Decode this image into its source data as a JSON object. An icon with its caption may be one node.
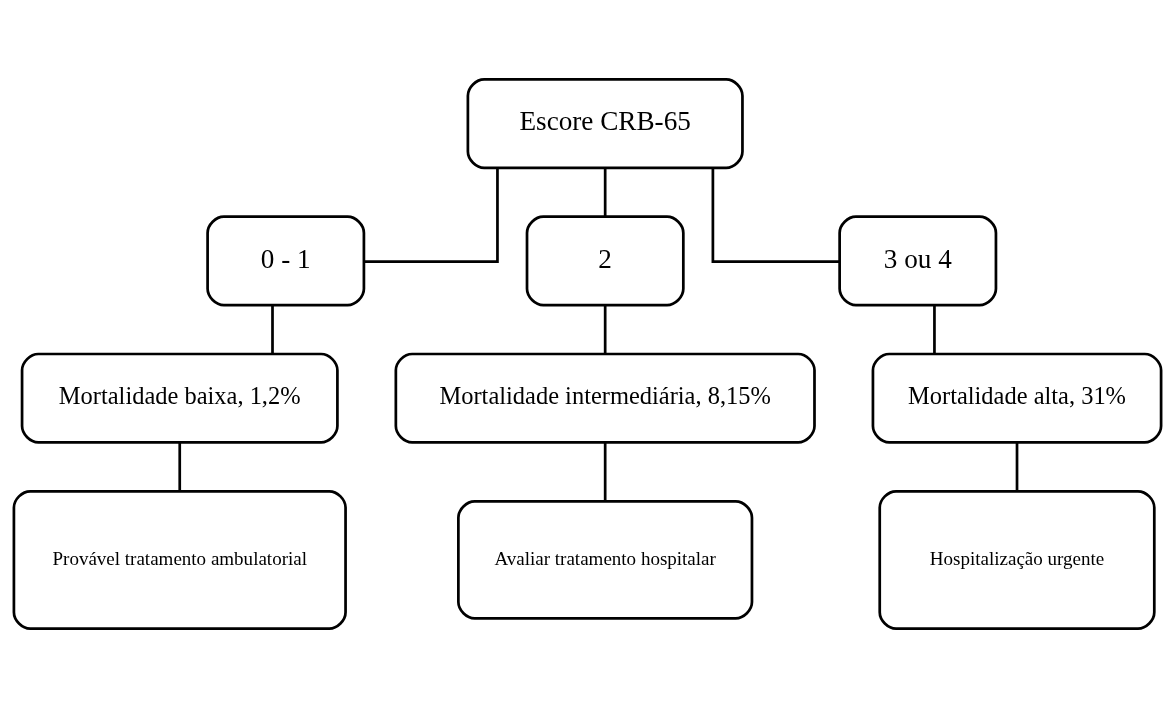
{
  "diagram": {
    "nodes": [
      {
        "text": [
          "Escore CRB-65"
        ]
      },
      {
        "text": [
          "0 - 1"
        ]
      },
      {
        "text": [
          "2"
        ]
      },
      {
        "text": [
          "3 ou 4"
        ]
      },
      {
        "text": [
          "Mortalidade baixa, 1,2%"
        ]
      },
      {
        "text": [
          "Mortalidade intermediária, 8,15%"
        ]
      },
      {
        "text": [
          "Mortalidade alta, 31%"
        ]
      },
      {
        "text": [
          "Provável tratamento ambulatorial"
        ]
      },
      {
        "text": [
          "Avaliar tratamento hospitalar"
        ]
      },
      {
        "text": [
          "Hospitalização urgente"
        ]
      }
    ],
    "edges": [
      {
        "from": 0,
        "to": 1,
        "arrow": "none"
      },
      {
        "from": 0,
        "to": 2,
        "arrow": "none"
      },
      {
        "from": 0,
        "to": 3,
        "arrow": "none"
      },
      {
        "from": 1,
        "to": 4,
        "arrow": "none"
      },
      {
        "from": 2,
        "to": 5,
        "arrow": "none"
      },
      {
        "from": 3,
        "to": 6,
        "arrow": "none"
      },
      {
        "from": 4,
        "to": 7,
        "arrow": "none"
      },
      {
        "from": 5,
        "to": 8,
        "arrow": "none"
      },
      {
        "from": 6,
        "to": 9,
        "arrow": "none"
      }
    ]
  }
}
